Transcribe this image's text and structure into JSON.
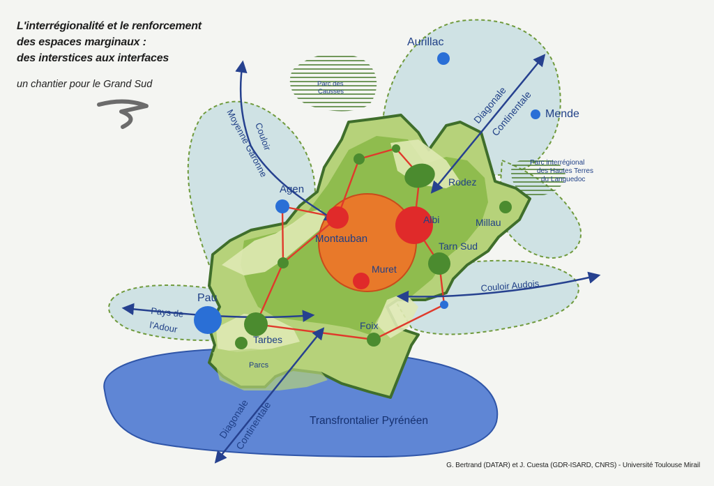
{
  "title": {
    "lines": [
      "L'interrégionalité et le renforcement",
      "des espaces marginaux :",
      "des interstices aux interfaces"
    ],
    "subtitle": "un chantier pour le Grand Sud"
  },
  "credit": "G. Bertrand (DATAR) et J. Cuesta (GDR-ISARD, CNRS) - Université Toulouse Mirail",
  "labels": {
    "aurillac": "Aurillac",
    "mende": "Mende",
    "agen": "Agen",
    "rodez": "Rodez",
    "albi": "Albi",
    "millau": "Millau",
    "montauban": "Montauban",
    "tarn_sud": "Tarn Sud",
    "muret": "Muret",
    "pau": "Pau",
    "tarbes": "Tarbes",
    "foix": "Foix",
    "parcs": "Parcs",
    "parc_causses_1": "Parc des",
    "parc_causses_2": "Causses",
    "parc_hautes_1": "Parc interrégional",
    "parc_hautes_2": "des Hautes Terres",
    "parc_hautes_3": "du Languedoc",
    "couloir_1": "Couloir",
    "couloir_2": "Moyenne Garonne",
    "diag_ne_1": "Diagonale",
    "diag_ne_2": "Continentale",
    "diag_sw_1": "Diagonale",
    "diag_sw_2": "Continentale",
    "couloir_audois": "Couloir Audois",
    "pays_adour_1": "Pays de",
    "pays_adour_2": "l'Adour",
    "transfrontalier": "Transfrontalier Pyrénéen"
  },
  "colors": {
    "interface_zone": "#cfe2e4",
    "interface_border": "#6f9a3c",
    "region_core": "#8fbc4e",
    "region_mid": "#b6d27a",
    "region_light": "#dfe9b4",
    "region_outline": "#3f6e2b",
    "pole": "#e8792a",
    "city_red": "#e02a2a",
    "city_green": "#4b8b2f",
    "city_blue": "#2a6fd6",
    "network": "#e0392b",
    "arrows": "#26418f",
    "transfrontier": "#4472d0"
  }
}
